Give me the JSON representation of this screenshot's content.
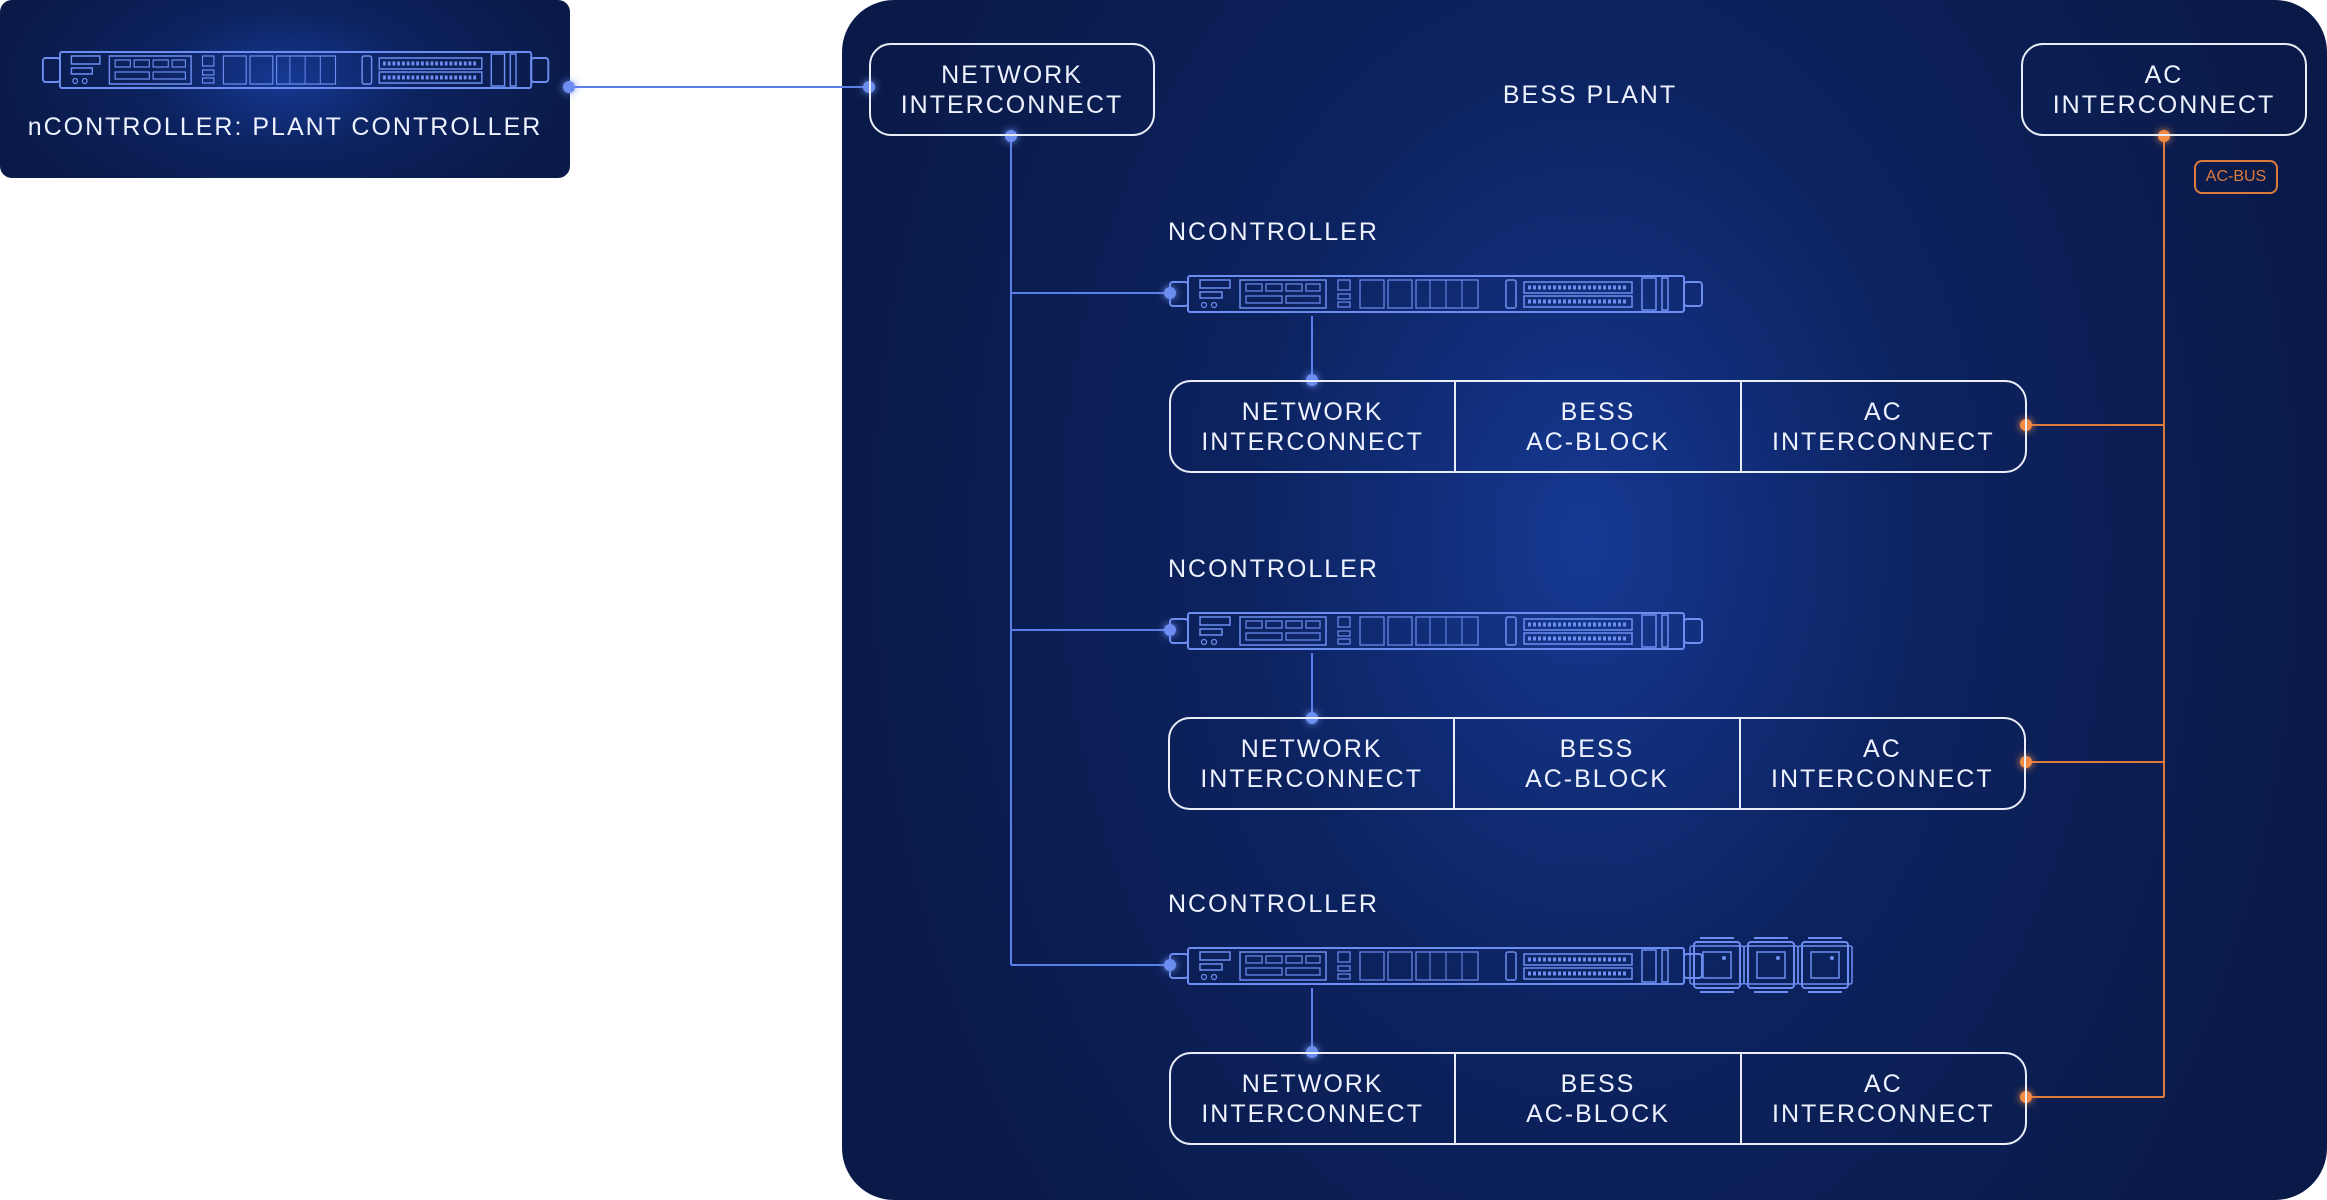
{
  "plant_controller": {
    "label": "nCONTROLLER: PLANT CONTROLLER"
  },
  "plant": {
    "title": "BESS PLANT",
    "network_interconnect": "NETWORK\nINTERCONNECT",
    "ac_interconnect": "AC\nINTERCONNECT",
    "ac_bus_label": "AC-BUS"
  },
  "blocks": [
    {
      "controller_label": "NCONTROLLER",
      "cells": [
        "NETWORK\nINTERCONNECT",
        "BESS\nAC-BLOCK",
        "AC\nINTERCONNECT"
      ]
    },
    {
      "controller_label": "NCONTROLLER",
      "cells": [
        "NETWORK\nINTERCONNECT",
        "BESS\nAC-BLOCK",
        "AC\nINTERCONNECT"
      ]
    },
    {
      "controller_label": "NCONTROLLER",
      "cells": [
        "NETWORK\nINTERCONNECT",
        "BESS\nAC-BLOCK",
        "AC\nINTERCONNECT"
      ]
    }
  ],
  "colors": {
    "network_line": "#5b7ee8",
    "ac_line": "#e07a3a",
    "panel": "#0a1a48",
    "text": "#eef2ff"
  }
}
